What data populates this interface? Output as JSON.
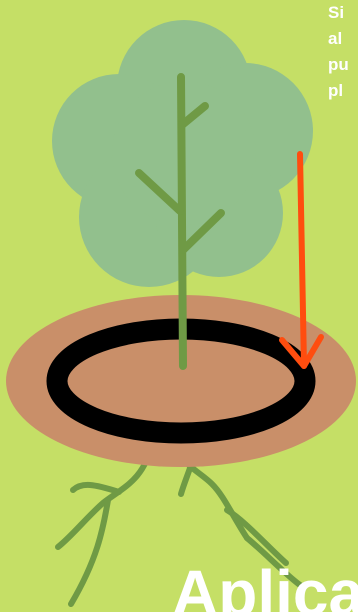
{
  "colors": {
    "background": "#c5df66",
    "canopy": "#92c08d",
    "trunk": "#6f9a45",
    "soil_disc": "#c98f69",
    "ring": "#000000",
    "arrow": "#ff4d0f",
    "roots": "#6f9a45",
    "text": "#ffffff"
  },
  "icons": {
    "tree": "tree-icon",
    "ring": "mulch-ring-icon",
    "arrow": "down-arrow-icon",
    "roots": "roots-icon"
  },
  "caption_lines": [
    "Si",
    "al",
    "pu",
    "pl"
  ],
  "bottom_word": "Aplica"
}
